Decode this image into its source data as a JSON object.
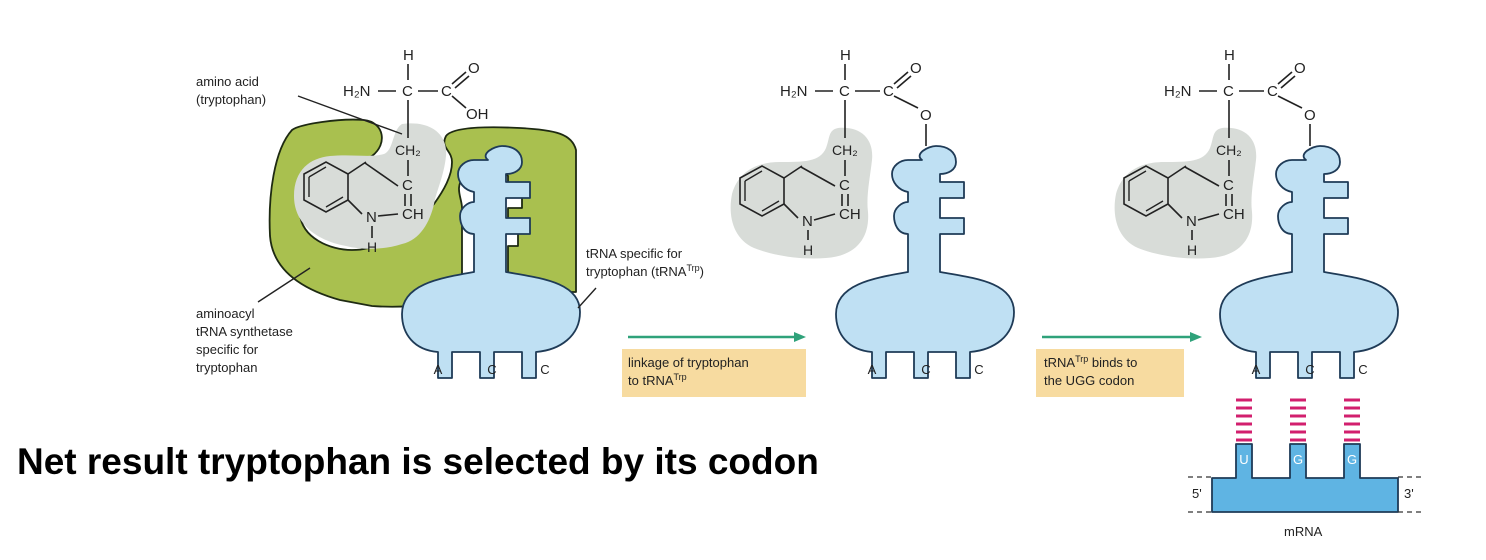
{
  "labels": {
    "amino_acid_line1": "amino acid",
    "amino_acid_line2": "(tryptophan)",
    "synthetase_line1": "aminoacyl",
    "synthetase_line2": "tRNA synthetase",
    "synthetase_line3": "specific for",
    "synthetase_line4": "tryptophan",
    "trna_specific_line1": "tRNA specific for",
    "trna_specific_line2": "tryptophan (tRNA",
    "trna_specific_sup": "Trp",
    "trna_specific_close": ")",
    "mrna": "mRNA",
    "five_prime": "5'",
    "three_prime": "3'"
  },
  "steps": [
    {
      "line1": "linkage of tryptophan",
      "line2": "to tRNA",
      "line2_sup": "Trp"
    },
    {
      "line1_pre": "tRNA",
      "line1_sup": "Trp",
      "line1_post": " binds to",
      "line2": "the UGG codon"
    }
  ],
  "chemistry": {
    "H": "H",
    "H2N": "H₂N",
    "C": "C",
    "O": "O",
    "OH": "OH",
    "CH2": "CH₂",
    "CH": "CH",
    "N": "N",
    "dash": "—"
  },
  "anticodon": [
    "A",
    "C",
    "C"
  ],
  "codon": [
    "U",
    "G",
    "G"
  ],
  "headline": "Net result tryptophan is selected by its codon",
  "colors": {
    "trna": "#bfe0f3",
    "synthetase": "#a9c04f",
    "halo": "#d8dcd8",
    "step_box": "#f7dba0",
    "arrow": "#2fa27a",
    "mrna": "#5fb4e3",
    "base_pairing": "#d21f6e"
  }
}
